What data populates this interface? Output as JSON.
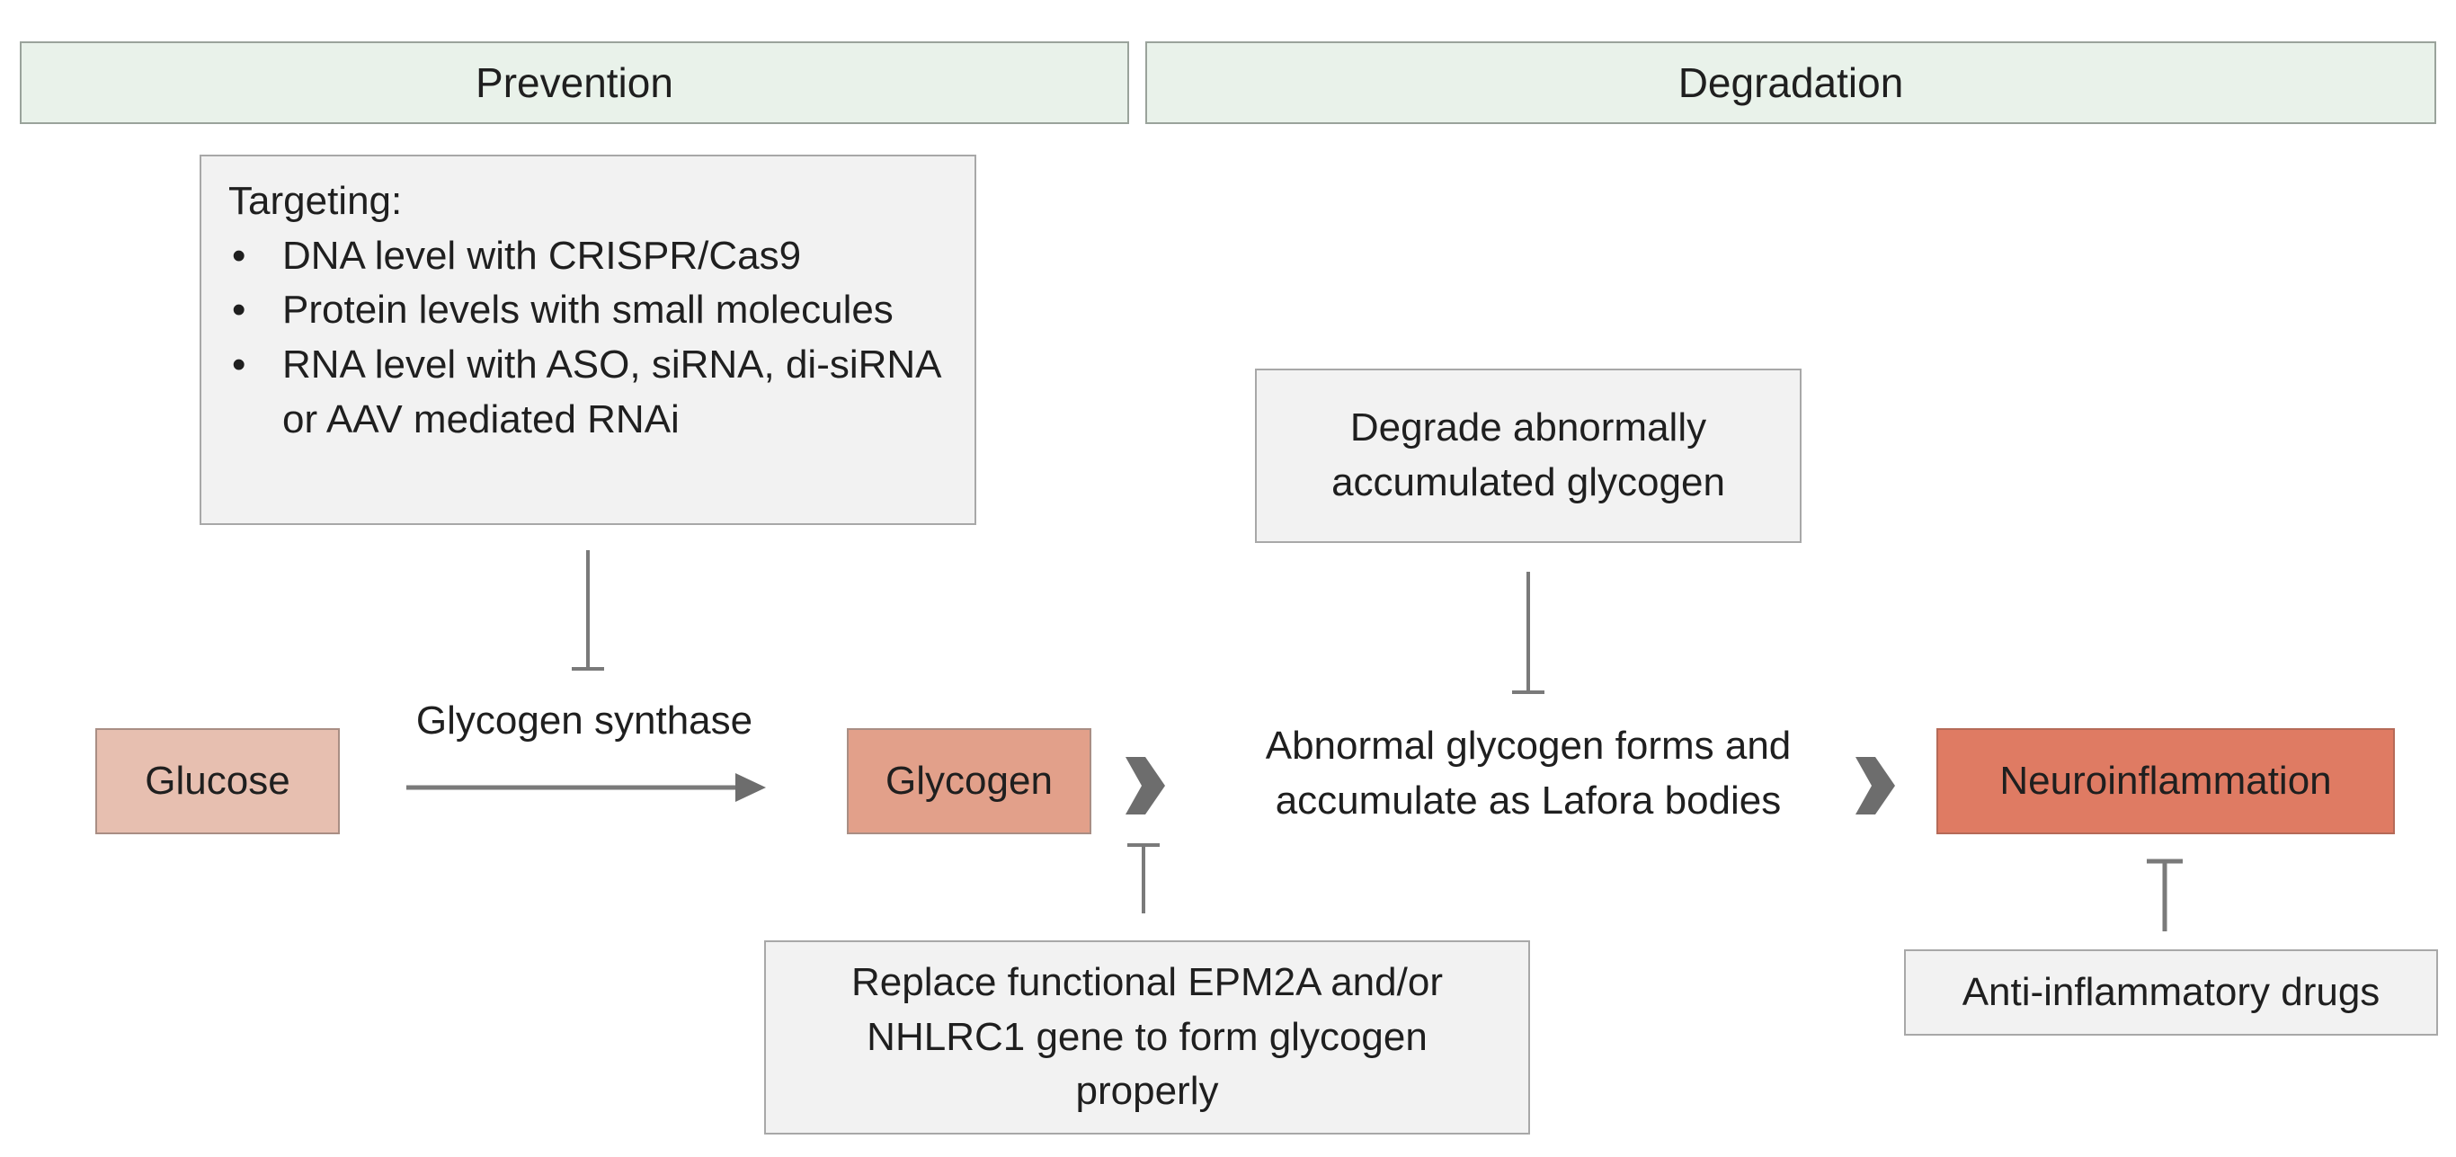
{
  "headers": {
    "prevention": "Prevention",
    "degradation": "Degradation"
  },
  "targeting": {
    "title": "Targeting:",
    "items": [
      "DNA level with CRISPR/Cas9",
      "Protein levels with small molecules",
      "RNA level with ASO, siRNA, di-siRNA or AAV mediated RNAi"
    ]
  },
  "degrade_box": "Degrade abnormally accumulated glycogen",
  "nodes": {
    "glucose": "Glucose",
    "glycogen": "Glycogen",
    "neuroinflammation": "Neuroinflammation"
  },
  "edge_labels": {
    "glycogen_synthase": "Glycogen synthase",
    "abnormal_glycogen": "Abnormal glycogen forms and accumulate as Lafora bodies"
  },
  "replace_box": "Replace functional EPM2A and/or NHLRC1 gene to form glycogen properly",
  "anti_inflammatory_box": "Anti-inflammatory drugs",
  "colors": {
    "header_bg": "#e9f2ea",
    "box_bg": "#f2f2f2",
    "glucose": "#e7bfb0",
    "glycogen": "#e2a08a",
    "neuroinflammation": "#df7b63",
    "connector": "#6d6d6d"
  }
}
